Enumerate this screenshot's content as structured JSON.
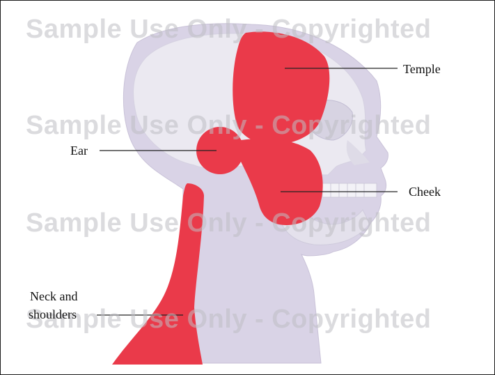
{
  "labels": {
    "temple": "Temple",
    "ear": "Ear",
    "cheek": "Cheek",
    "neck_line1": "Neck and",
    "neck_line2": "shoulders"
  },
  "watermark": "Sample Use Only - Copyrighted",
  "colors": {
    "skin": "#d9d3e6",
    "skull": "#ebe9f1",
    "pain_area": "#ea3a4a",
    "border": "#1a1a1a"
  }
}
